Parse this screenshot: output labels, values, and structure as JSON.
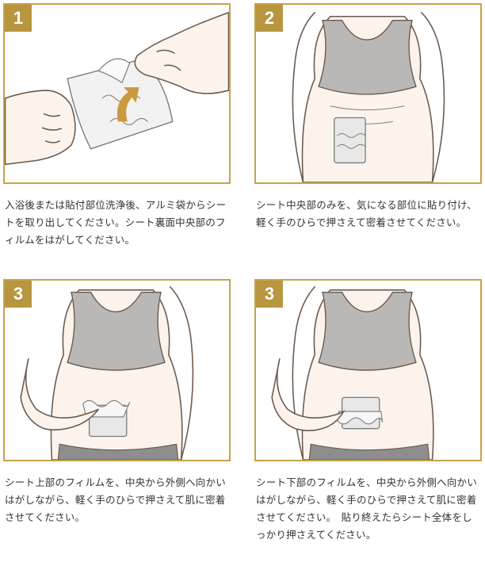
{
  "steps": [
    {
      "number": "1",
      "caption": "入浴後または貼付部位洗浄後、アルミ袋からシートを取り出してください。シート裏面中央部のフィルムをはがしてください。"
    },
    {
      "number": "2",
      "caption": "シート中央部のみを、気になる部位に貼り付け、軽く手のひらで押さえて密着させてください。"
    },
    {
      "number": "3",
      "caption": "シート上部のフィルムを、中央から外側へ向かいはがしながら、軽く手のひらで押さえて肌に密着させてください。"
    },
    {
      "number": "3",
      "caption": "シート下部のフィルムを、中央から外側へ向かいはがしながら、軽く手のひらで押さえて肌に密着させてください。　貼り終えたらシート全体をしっかり押さえてください。"
    }
  ],
  "colors": {
    "frame": "#c8a24a",
    "badge": "#b8953f",
    "skin": "#fbf3ec",
    "top": "#b9b8b6",
    "arrow": "#c99a3f",
    "sheet": "#e8e8e8"
  }
}
